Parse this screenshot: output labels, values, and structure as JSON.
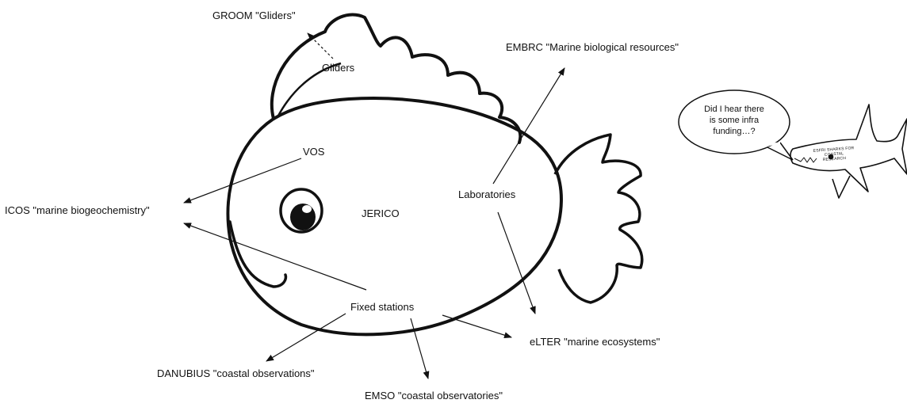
{
  "labels": {
    "groom": "GROOM \"Gliders\"",
    "gliders": "Gliders",
    "embrc": "EMBRC \"Marine biological resources\"",
    "vos": "VOS",
    "icos": "ICOS \"marine biogeochemistry\"",
    "jerico": "JERICO",
    "laboratories": "Laboratories",
    "fixed_stations": "Fixed stations",
    "elter": "eLTER \"marine ecosystems\"",
    "danubius": "DANUBIUS \"coastal observations\"",
    "emso": "EMSO \"coastal observatories\""
  },
  "bubble": {
    "line1": "Did I hear there",
    "line2": "is some infra",
    "line3": "funding…?"
  },
  "shark": {
    "line1": "ESFRI SHARKS FOR COASTAL",
    "line2": "RESEARCH"
  }
}
